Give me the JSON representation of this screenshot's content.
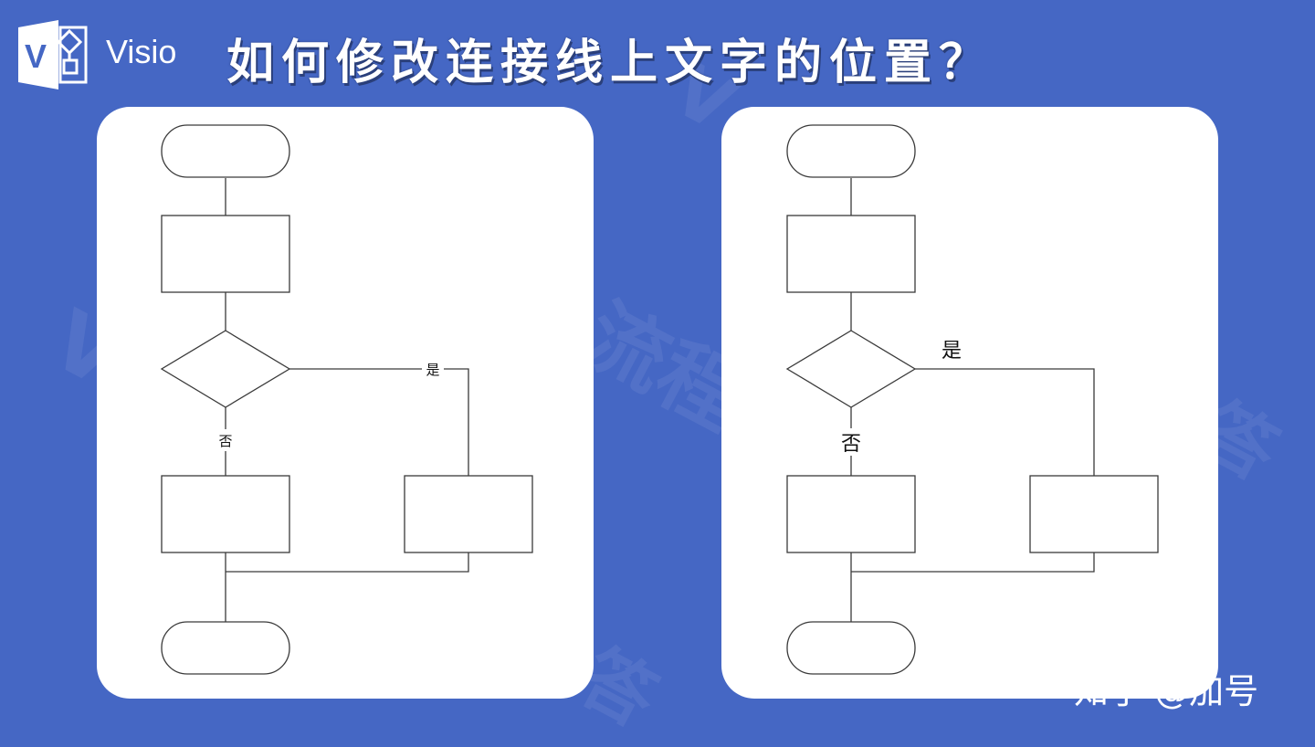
{
  "header": {
    "logo_text": "Visio",
    "title": "如何修改连接线上文字的位置？"
  },
  "diagram_left": {
    "yes_label": "是",
    "no_label": "否"
  },
  "diagram_right": {
    "yes_label": "是",
    "no_label": "否"
  },
  "footer": {
    "credit": "知乎 @加号"
  },
  "colors": {
    "background": "#4567c4",
    "panel": "#ffffff",
    "stroke": "#3a3a3a"
  }
}
